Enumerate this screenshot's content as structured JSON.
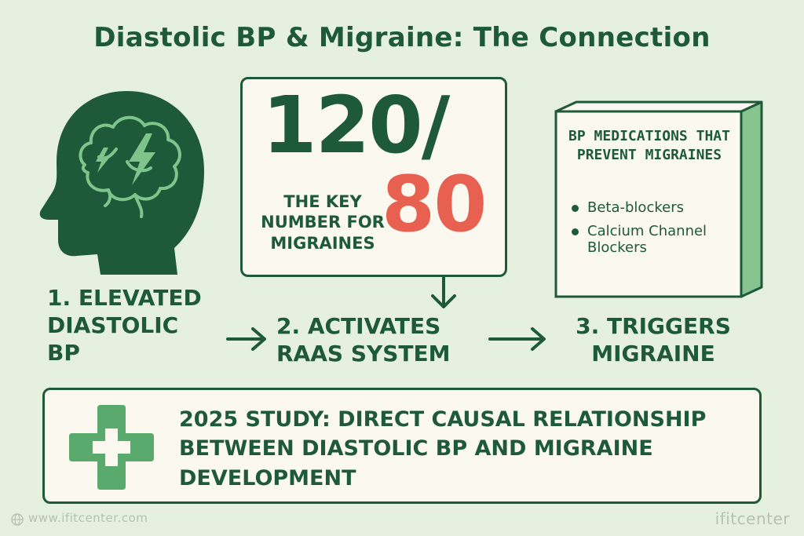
{
  "title": "Diastolic BP & Migraine: The Connection",
  "key_number": {
    "systolic": "120/",
    "diastolic": "80",
    "caption": "THE KEY NUMBER FOR MIGRAINES"
  },
  "medications": {
    "title": "BP MEDICATIONS THAT PREVENT MIGRAINES",
    "items": [
      "Beta-blockers",
      "Calcium Channel Blockers"
    ]
  },
  "steps": [
    {
      "label": "1. ELEVATED DIASTOLIC BP"
    },
    {
      "label": "2. ACTIVATES RAAS SYSTEM"
    },
    {
      "label": "3. TRIGGERS MIGRAINE"
    }
  ],
  "study": {
    "text": "2025 STUDY: DIRECT CAUSAL RELATIONSHIP BETWEEN DIASTOLIC BP AND MIGRAINE DEVELOPMENT"
  },
  "footer": {
    "url": "www.ifitcenter.com",
    "brand": "ifitcenter"
  },
  "colors": {
    "background": "#e6f0de",
    "dark_green": "#1e5a3a",
    "accent_red": "#e8604f",
    "medium_green": "#5aa96d",
    "card": "#fbf8ef"
  },
  "icons": [
    "head-brain-icon",
    "lightning-icon",
    "medical-cross-icon",
    "arrow-right-icon",
    "arrow-down-icon",
    "globe-icon"
  ]
}
